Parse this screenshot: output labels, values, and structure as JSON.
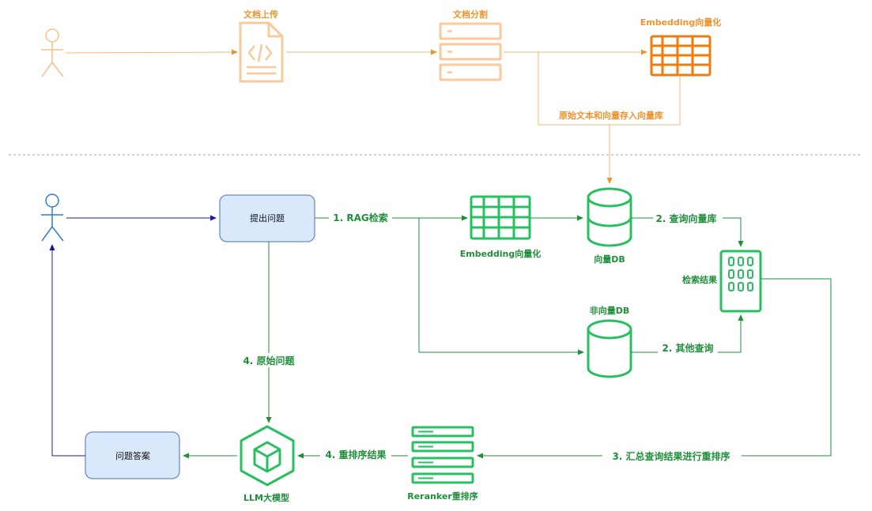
{
  "top": {
    "upload_label": "文档上传",
    "split_label": "文档分割",
    "embedding_label": "Embedding向量化",
    "store_label": "原始文本和向量存入向量库"
  },
  "bottom": {
    "ask_label": "提出问题",
    "answer_label": "问题答案",
    "embedding_label": "Embedding向量化",
    "vector_db_label": "向量DB",
    "non_vector_db_label": "非向量DB",
    "results_label": "检索结果",
    "llm_label": "LLM大模型",
    "reranker_label": "Reranker重排序"
  },
  "edges": {
    "rag": "1. RAG检索",
    "query_vector": "2. 查询向量库",
    "other_query": "2. 其他查询",
    "rerank_merge": "3. 汇总查询结果进行重排序",
    "original_question": "4. 原始问题",
    "rerank_result": "4. 重排序结果"
  },
  "colors": {
    "orange": "#f0932f",
    "orange_light": "#f9c89b",
    "orange_dark": "#f07b0a",
    "green": "#1f8f3a",
    "green_icon": "#27c060",
    "blue": "#1a1a9c",
    "blue_fill": "#dae8fc",
    "blue_stroke": "#6c8ebf"
  }
}
